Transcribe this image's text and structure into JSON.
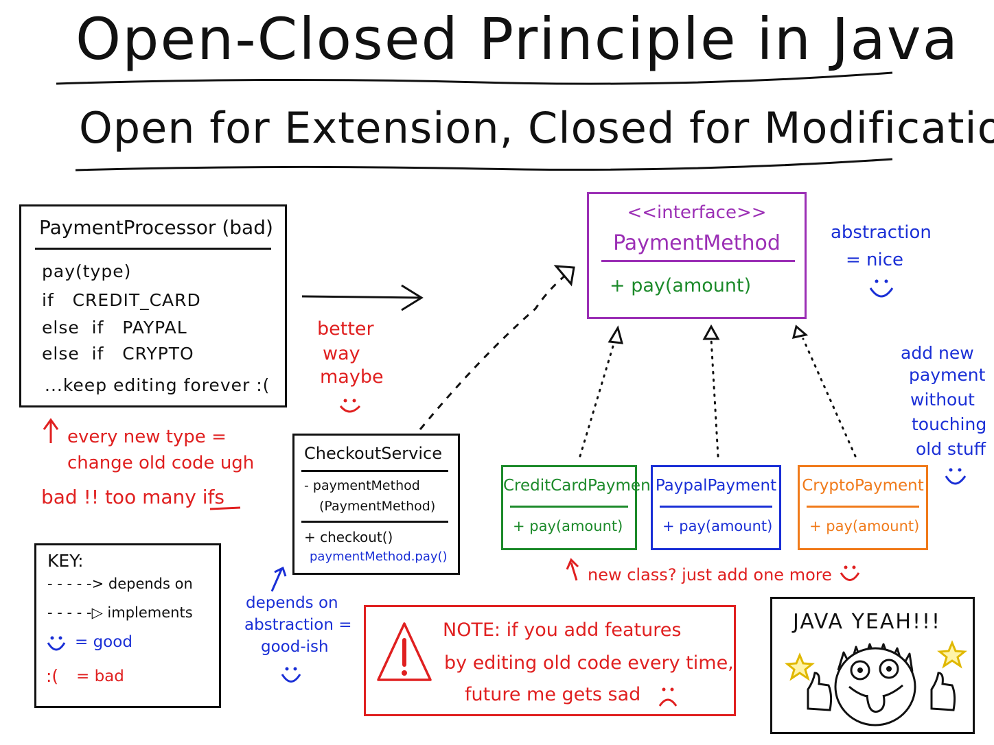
{
  "title": "Open-Closed Principle in Java",
  "subtitle": "Open for Extension, Closed for Modification",
  "bad_box": {
    "header": "PaymentProcessor (bad)",
    "lines": [
      "pay(type)",
      "if   CREDIT_CARD",
      "else  if   PAYPAL",
      "else  if   CRYPTO",
      "...keep editing forever :("
    ]
  },
  "bad_notes": {
    "line1": "every new type =",
    "line2": "change old code ugh",
    "line3": "bad !! too many ifs"
  },
  "better_way": [
    "better",
    "way",
    "maybe"
  ],
  "interface_box": {
    "stereotype": "<<interface>>",
    "name": "PaymentMethod",
    "method": "+ pay(amount)"
  },
  "abstraction_note": [
    "abstraction",
    "= nice"
  ],
  "implementations": [
    {
      "name": "CreditCardPayment",
      "method": "+ pay(amount)",
      "color": "#1c8a2a"
    },
    {
      "name": "PaypalPayment",
      "method": "+ pay(amount)",
      "color": "#1a2fd6"
    },
    {
      "name": "CryptoPayment",
      "method": "+ pay(amount)",
      "color": "#f07a1a"
    }
  ],
  "extend_note": [
    "add new",
    "payment",
    "without",
    "touching",
    "old stuff"
  ],
  "new_class_note": "new class? just add one more",
  "checkout_box": {
    "name": "CheckoutService",
    "field1": "- paymentMethod",
    "field2": "(PaymentMethod)",
    "method": "+ checkout()",
    "call": "paymentMethod.pay()"
  },
  "depends_note": [
    "depends on",
    "abstraction =",
    "good-ish"
  ],
  "key_box": {
    "title": "KEY:",
    "depends": "- - - - -> depends on",
    "implements": "- - - - -▷ implements",
    "good": "= good",
    "bad_symbol": ":(",
    "bad": "= bad"
  },
  "warning": {
    "line1": "NOTE: if you add features",
    "line2": "by editing old code every time,",
    "line3": "future me gets sad"
  },
  "java_box": {
    "text": "JAVA YEAH!!!"
  },
  "colors": {
    "red": "#e02020",
    "blue": "#1a2fd6",
    "purple": "#9b2fb5",
    "green": "#1c8a2a",
    "orange": "#f07a1a"
  }
}
